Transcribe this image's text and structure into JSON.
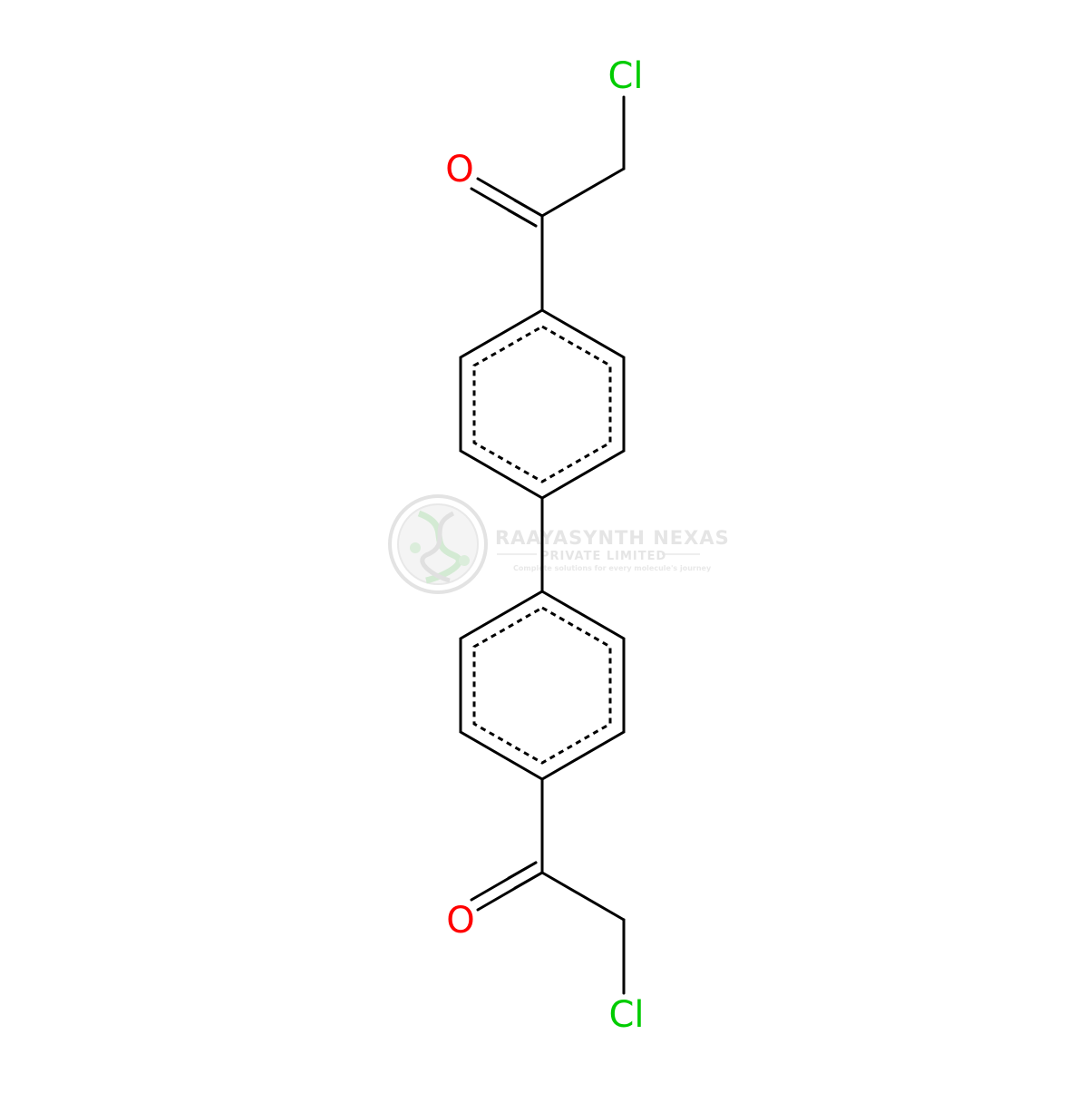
{
  "molecule": {
    "atoms": {
      "cl_top": "Cl",
      "o_top": "O",
      "o_bottom": "O",
      "cl_bottom": "Cl"
    },
    "colors": {
      "bond": "#000000",
      "chlorine": "#00cc00",
      "oxygen": "#ff0000"
    }
  },
  "watermark": {
    "company": "RAAYASYNTH NEXAS",
    "subtitle": "PRIVATE LIMITED",
    "tagline": "Complete solutions for every molecule's journey",
    "colors": {
      "logo_ring": "#d7d7d7",
      "logo_accent": "#cfe8cf",
      "text": "#e3e3e3"
    }
  }
}
